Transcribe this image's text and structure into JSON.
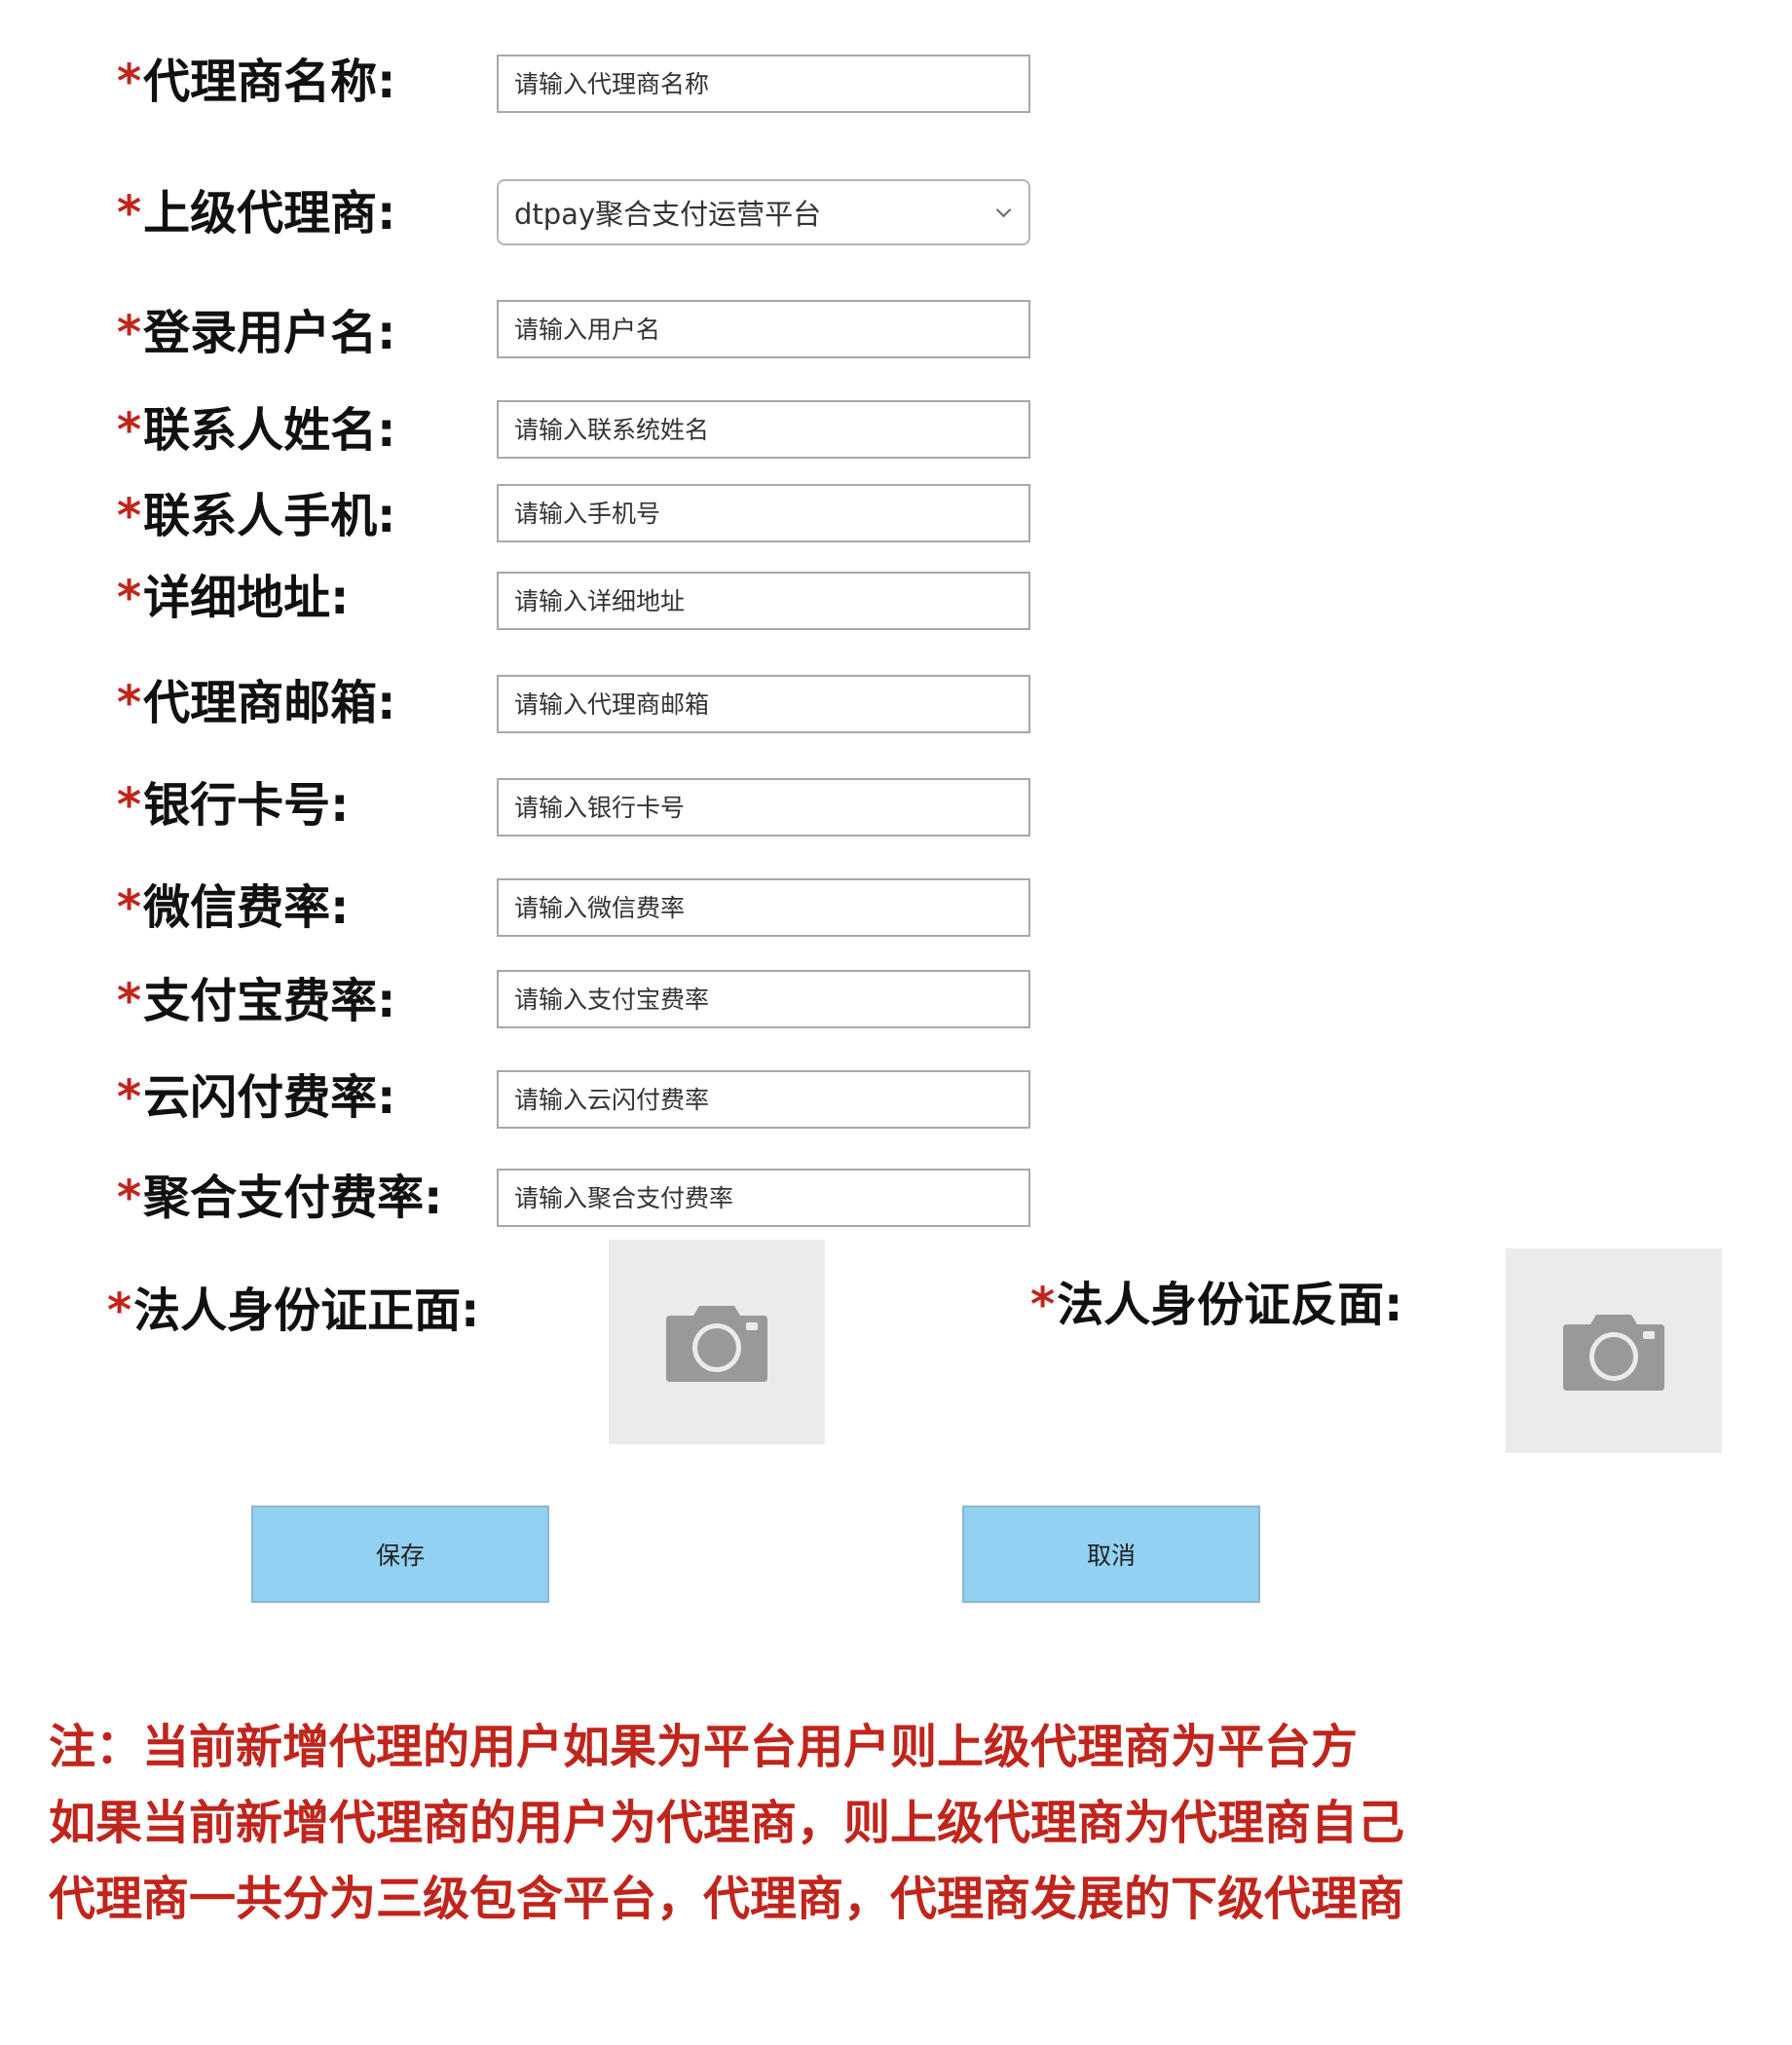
{
  "required_mark": "*",
  "form": {
    "agent_name": {
      "label": "代理商名称:",
      "placeholder": "请输入代理商名称"
    },
    "parent_agent": {
      "label": "上级代理商:",
      "value": "dtpay聚合支付运营平台"
    },
    "login_username": {
      "label": "登录用户名:",
      "placeholder": "请输入用户名"
    },
    "contact_name": {
      "label": "联系人姓名:",
      "placeholder": "请输入联系统姓名"
    },
    "contact_phone": {
      "label": "联系人手机:",
      "placeholder": "请输入手机号"
    },
    "address": {
      "label": "详细地址:",
      "placeholder": "请输入详细地址"
    },
    "agent_email": {
      "label": "代理商邮箱:",
      "placeholder": "请输入代理商邮箱"
    },
    "bank_card": {
      "label": "银行卡号:",
      "placeholder": "请输入银行卡号"
    },
    "wechat_rate": {
      "label": "微信费率:",
      "placeholder": "请输入微信费率"
    },
    "alipay_rate": {
      "label": "支付宝费率:",
      "placeholder": "请输入支付宝费率"
    },
    "unionpay_rate": {
      "label": "云闪付费率:",
      "placeholder": "请输入云闪付费率"
    },
    "aggregate_rate": {
      "label": "聚合支付费率:",
      "placeholder": "请输入聚合支付费率"
    }
  },
  "uploads": {
    "id_front": {
      "label": "法人身份证正面:",
      "icon": "camera-icon"
    },
    "id_back": {
      "label": "法人身份证反面:",
      "icon": "camera-icon"
    }
  },
  "buttons": {
    "save": "保存",
    "cancel": "取消"
  },
  "note": {
    "line1": "注：当前新增代理的用户如果为平台用户则上级代理商为平台方",
    "line2": "如果当前新增代理商的用户为代理商，则上级代理商为代理商自己",
    "line3": "代理商一共分为三级包含平台，代理商，代理商发展的下级代理商"
  },
  "colors": {
    "required": "#c0251c",
    "note": "#c0251c",
    "button_bg": "#92d1f2",
    "upload_bg": "#ebebeb",
    "icon": "#999999"
  }
}
